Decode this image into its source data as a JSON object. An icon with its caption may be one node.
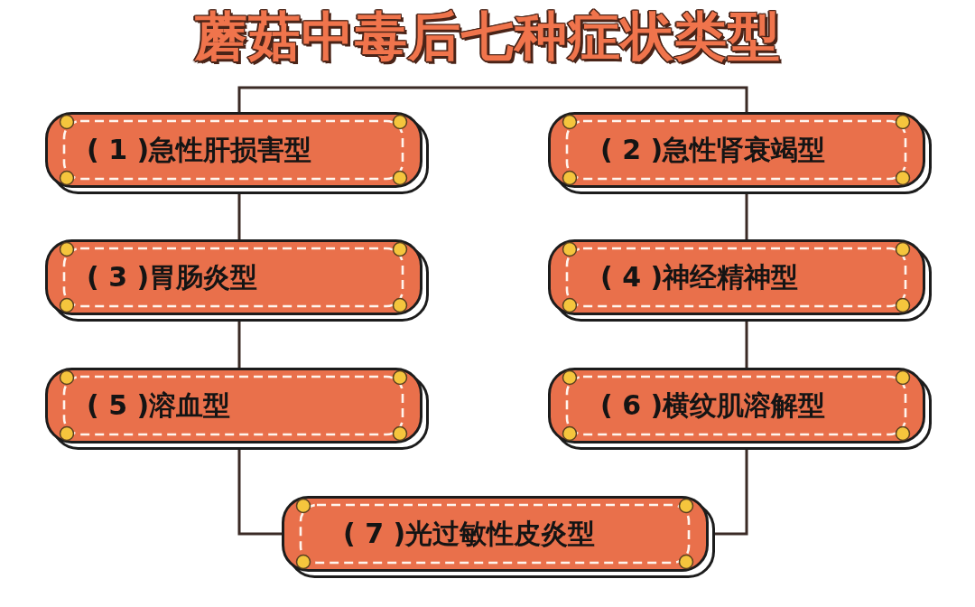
{
  "diagram": {
    "title": "蘑菇中毒后七种症状类型",
    "nodes": [
      {
        "text": [
          "( 1 )急性肝损害型"
        ]
      },
      {
        "text": [
          "( 2 )急性肾衰竭型"
        ]
      },
      {
        "text": [
          "( 3 )胃肠炎型"
        ]
      },
      {
        "text": [
          "( 4 )神经精神型"
        ]
      },
      {
        "text": [
          "( 5 )溶血型"
        ]
      },
      {
        "text": [
          "( 6 )横纹肌溶解型"
        ]
      },
      {
        "text": [
          "( 7 )光过敏性皮炎型"
        ]
      }
    ],
    "edges": [
      {
        "from": 0,
        "to": 1,
        "arrow": "none"
      },
      {
        "from": 0,
        "to": 2,
        "arrow": "none"
      },
      {
        "from": 1,
        "to": 3,
        "arrow": "none"
      },
      {
        "from": 2,
        "to": 4,
        "arrow": "none"
      },
      {
        "from": 3,
        "to": 5,
        "arrow": "none"
      },
      {
        "from": 4,
        "to": 6,
        "arrow": "none"
      },
      {
        "from": 5,
        "to": 6,
        "arrow": "none"
      }
    ]
  }
}
